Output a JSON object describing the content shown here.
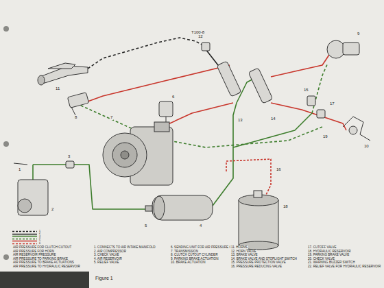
{
  "diagram": {
    "caption": "Figure 1",
    "labels": [
      "T100-8",
      "11",
      "8",
      "6",
      "7",
      "1",
      "2",
      "3",
      "4",
      "5",
      "18",
      "12",
      "13",
      "14",
      "9",
      "10",
      "15",
      "17",
      "19",
      "16",
      "1",
      "2",
      "3",
      "4",
      "5",
      "6",
      "1. CONNECTS TO AIR INTAKE MANIFOLD",
      "2. AIR COMPRESSOR",
      "3. CHECK VALVE",
      "4. AIR RESERVOIR",
      "5. RELIEF VALVE",
      "6. SENDING UNIT FOR AIR PRESSURE GAUGE",
      "7. TRANSMISSION",
      "8. CLUTCH CUTOUT CYLINDER",
      "9. PARKING BRAKE ACTUATION",
      "10. BRAKE ACTUATION",
      "11. HORNS",
      "12. HORN VALVE",
      "13. BRAKE VALVE",
      "14. BRAKE VALVE AND STOPLIGHT SWITCH",
      "15. PRESSURE PROTECTION VALVE",
      "16. PRESSURE REDUCING VALVE",
      "17. CUTOFF VALVE",
      "18. HYDRAULIC RESERVOIR",
      "19. PARKING BRAKE VALVE",
      "20. CHECK VALVE",
      "21. WARNING BUZZER SWITCH",
      "22. RELIEF VALVE FOR HYDRAULIC RESERVOIR"
    ],
    "legend": [
      {
        "text": "AIR PRESSURE FOR CLUTCH CUTOUT",
        "color": "#222222"
      },
      {
        "text": "AIR PRESSURE FOR HORN",
        "color": "#222222"
      },
      {
        "text": "AIR RESERVOIR PRESSURE",
        "color": "#3d7d2c"
      },
      {
        "text": "AIR PRESSURE TO PARKING BRAKE",
        "color": "#3d7d2c"
      },
      {
        "text": "AIR PRESSURE TO BRAKE ACTUATIONS",
        "color": "#c8352b"
      },
      {
        "text": "AIR PRESSURE TO HYDRAULIC RESERVOIR",
        "color": "#c8352b"
      }
    ]
  }
}
